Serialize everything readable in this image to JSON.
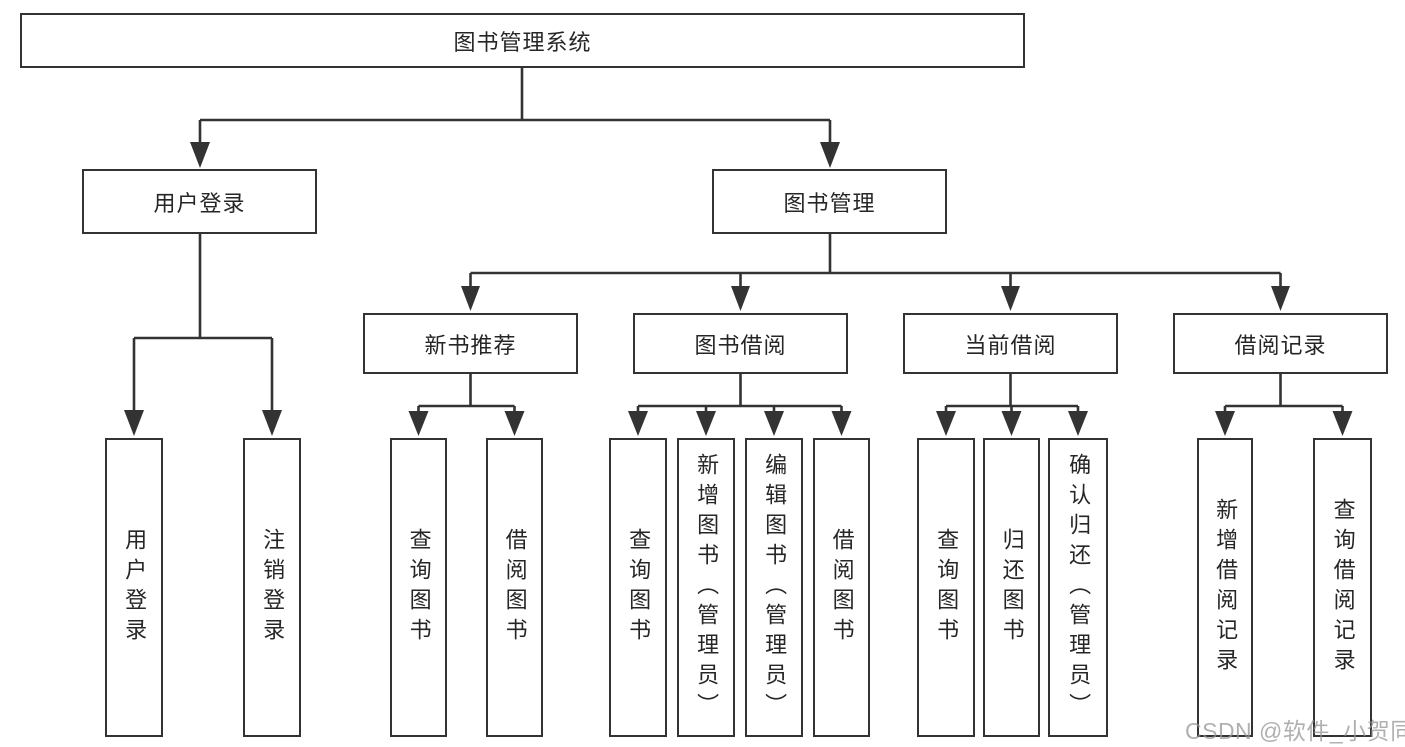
{
  "diagram_title": "图书管理系统",
  "nodes": {
    "root": {
      "label": "图书管理系统"
    },
    "user_login": {
      "label": "用户登录",
      "children": {
        "login": {
          "label": "用户登录"
        },
        "logout": {
          "label": "注销登录"
        }
      }
    },
    "book_management": {
      "label": "图书管理",
      "children": {
        "new_book_recommend": {
          "label": "新书推荐",
          "children": {
            "query_book": {
              "label": "查询图书"
            },
            "borrow_book": {
              "label": "借阅图书"
            }
          }
        },
        "book_borrow": {
          "label": "图书借阅",
          "children": {
            "query_book": {
              "label": "查询图书"
            },
            "add_book": {
              "label": "新增图书（管理员）"
            },
            "edit_book": {
              "label": "编辑图书（管理员）"
            },
            "borrow_book": {
              "label": "借阅图书"
            }
          }
        },
        "current_borrow": {
          "label": "当前借阅",
          "children": {
            "query_book": {
              "label": "查询图书"
            },
            "return_book": {
              "label": "归还图书"
            },
            "confirm_return": {
              "label": "确认归还（管理员）"
            }
          }
        },
        "borrow_records": {
          "label": "借阅记录",
          "children": {
            "add_record": {
              "label": "新增借阅记录"
            },
            "query_record": {
              "label": "查询借阅记录"
            }
          }
        }
      }
    }
  },
  "watermark": {
    "text": "CSDN @软件_小贺同学"
  },
  "colors": {
    "line": "#333333",
    "text": "#262626",
    "box_background": "#ffffff",
    "watermark": "#969696"
  }
}
